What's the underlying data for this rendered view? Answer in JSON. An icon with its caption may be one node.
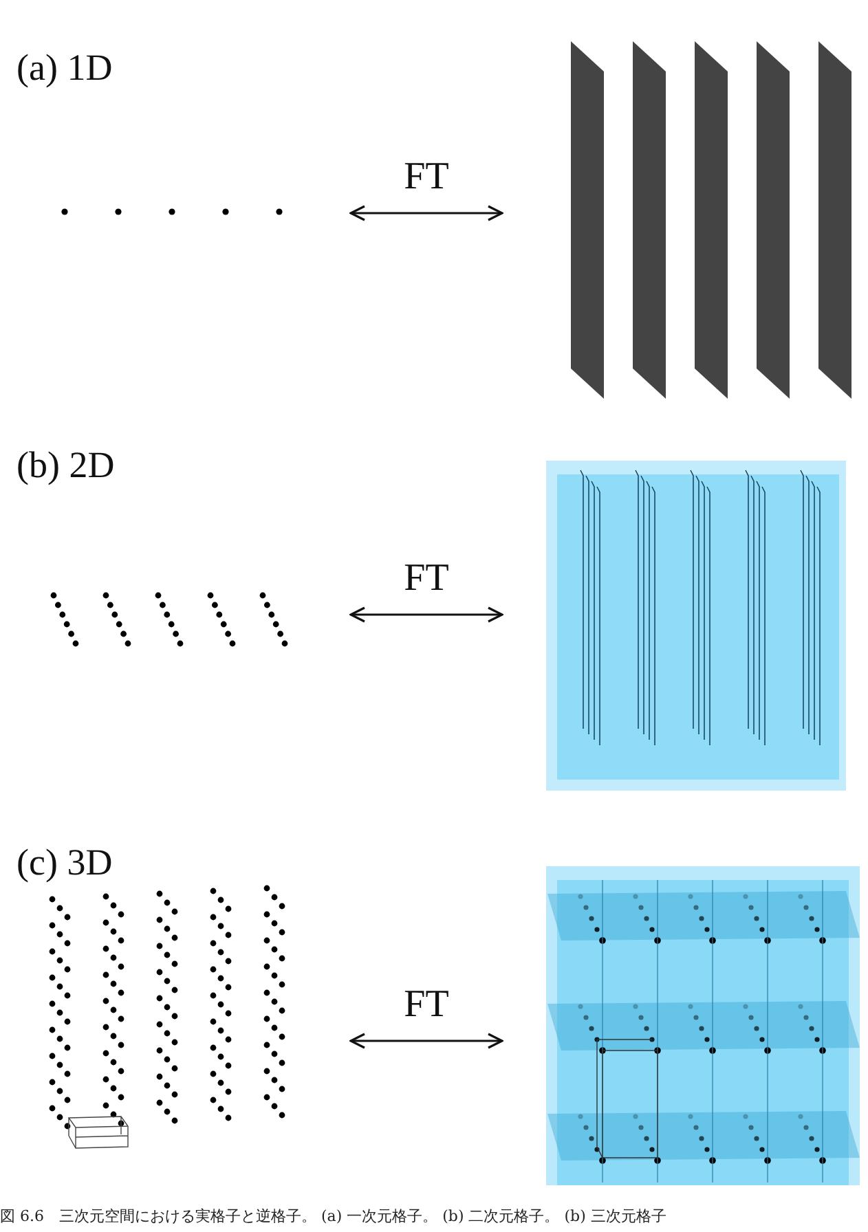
{
  "diagram": {
    "caption": "図 6.6　三次元空間における実格子と逆格子。 (a) 一次元格子。 (b) 二次元格子。 (b) 三次元格子",
    "nodes": [
      {
        "text": [],
        "shape": "picture"
      },
      {
        "text": [],
        "shape": "picture"
      },
      {
        "text": [],
        "shape": "picture"
      },
      {
        "text": [],
        "shape": "picture"
      },
      {
        "text": [],
        "shape": "picture"
      },
      {
        "text": [],
        "shape": "picture"
      }
    ],
    "edges": [
      {
        "from": 0,
        "to": 1,
        "arrow": "both",
        "label": "FT"
      },
      {
        "from": 2,
        "to": 3,
        "arrow": "both",
        "label": "FT"
      },
      {
        "from": 4,
        "to": 5,
        "arrow": "both",
        "label": "FT"
      }
    ],
    "labels": [
      "(a) 1D",
      "(b) 2D",
      "(c) 3D"
    ]
  }
}
